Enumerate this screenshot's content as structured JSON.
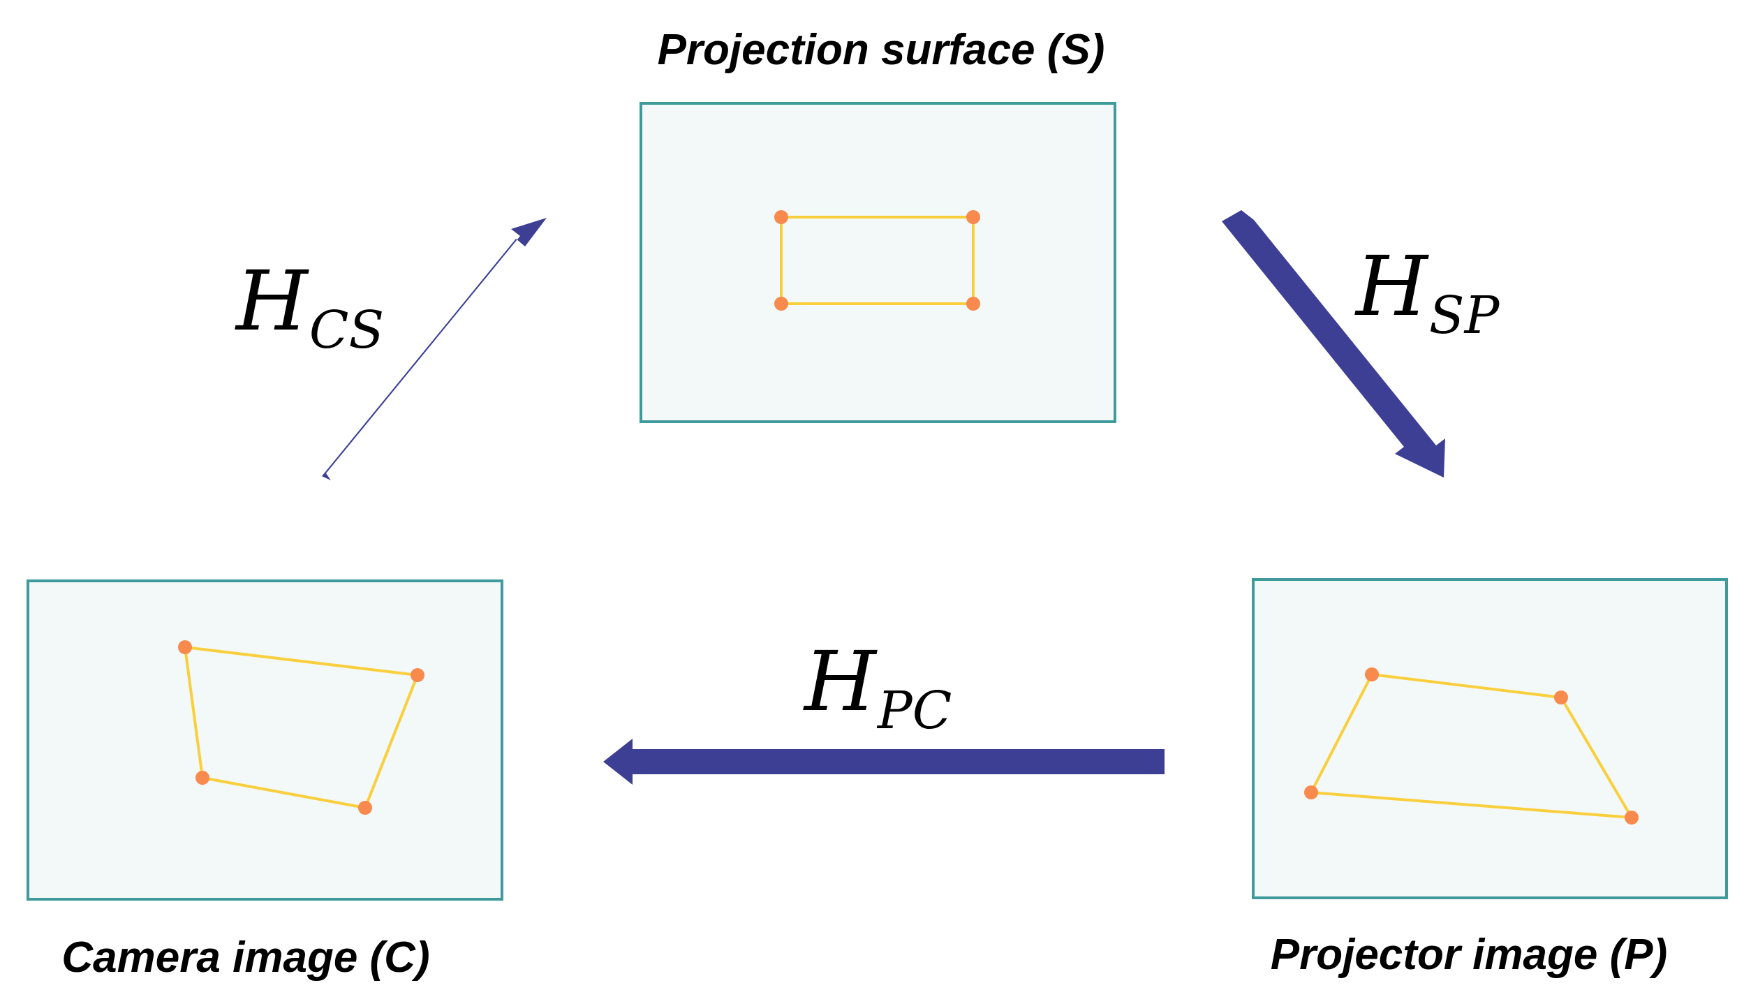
{
  "colors": {
    "panel_fill": "#f3f8f8",
    "panel_border": "#3f9b9b",
    "quad_line": "#f9cf3c",
    "corner_dot": "#f88a4d",
    "arrow": "#3c3f94",
    "text": "#000000"
  },
  "panels": {
    "surface": {
      "label": "Projection surface (S)"
    },
    "camera": {
      "label": "Camera image (C)"
    },
    "projector": {
      "label": "Projector image (P)"
    }
  },
  "transforms": {
    "cs": {
      "main": "H",
      "sub": "CS"
    },
    "sp": {
      "main": "H",
      "sub": "SP"
    },
    "pc": {
      "main": "H",
      "sub": "PC"
    }
  }
}
